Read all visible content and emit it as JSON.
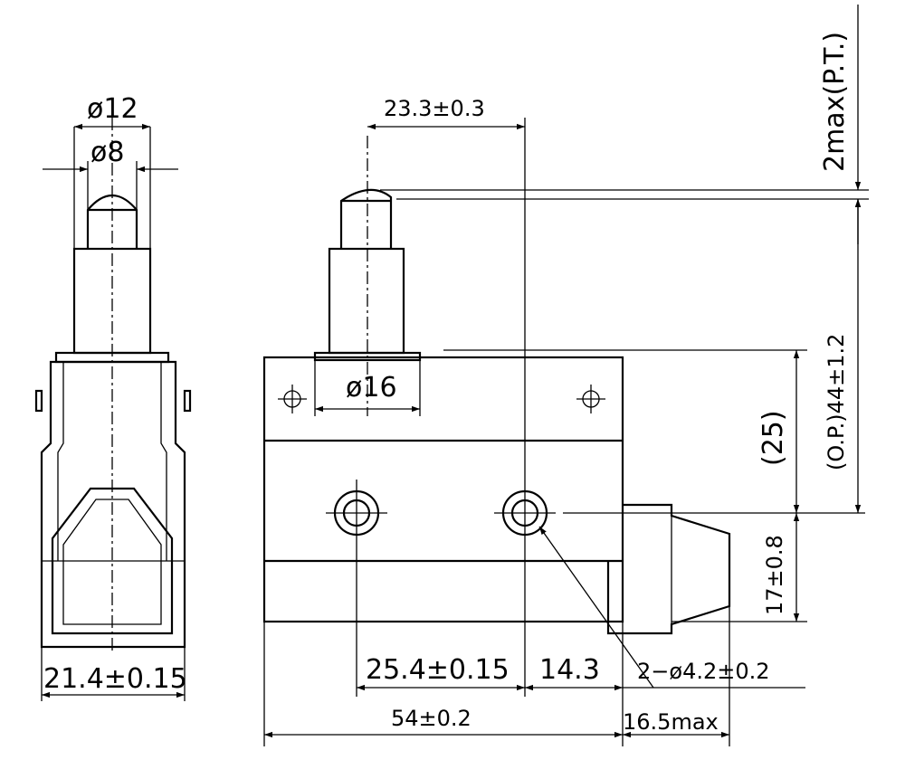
{
  "dimensions": {
    "plunger_outer_dia": "ø12",
    "plunger_inner_dia": "ø8",
    "side_width": "21.4±0.15",
    "plunger_offset": "23.3±0.3",
    "pretravel": "2max(P.T.)",
    "operating_position": "(O.P.)44±1.2",
    "height_25": "(25)",
    "height_17": "17±0.8",
    "boss_dia": "ø16",
    "hole_pitch": "25.4±0.15",
    "hole_offset": "14.3",
    "mount_holes": "2−ø4.2±0.2",
    "body_length": "54±0.2",
    "cover_max": "16.5max"
  }
}
